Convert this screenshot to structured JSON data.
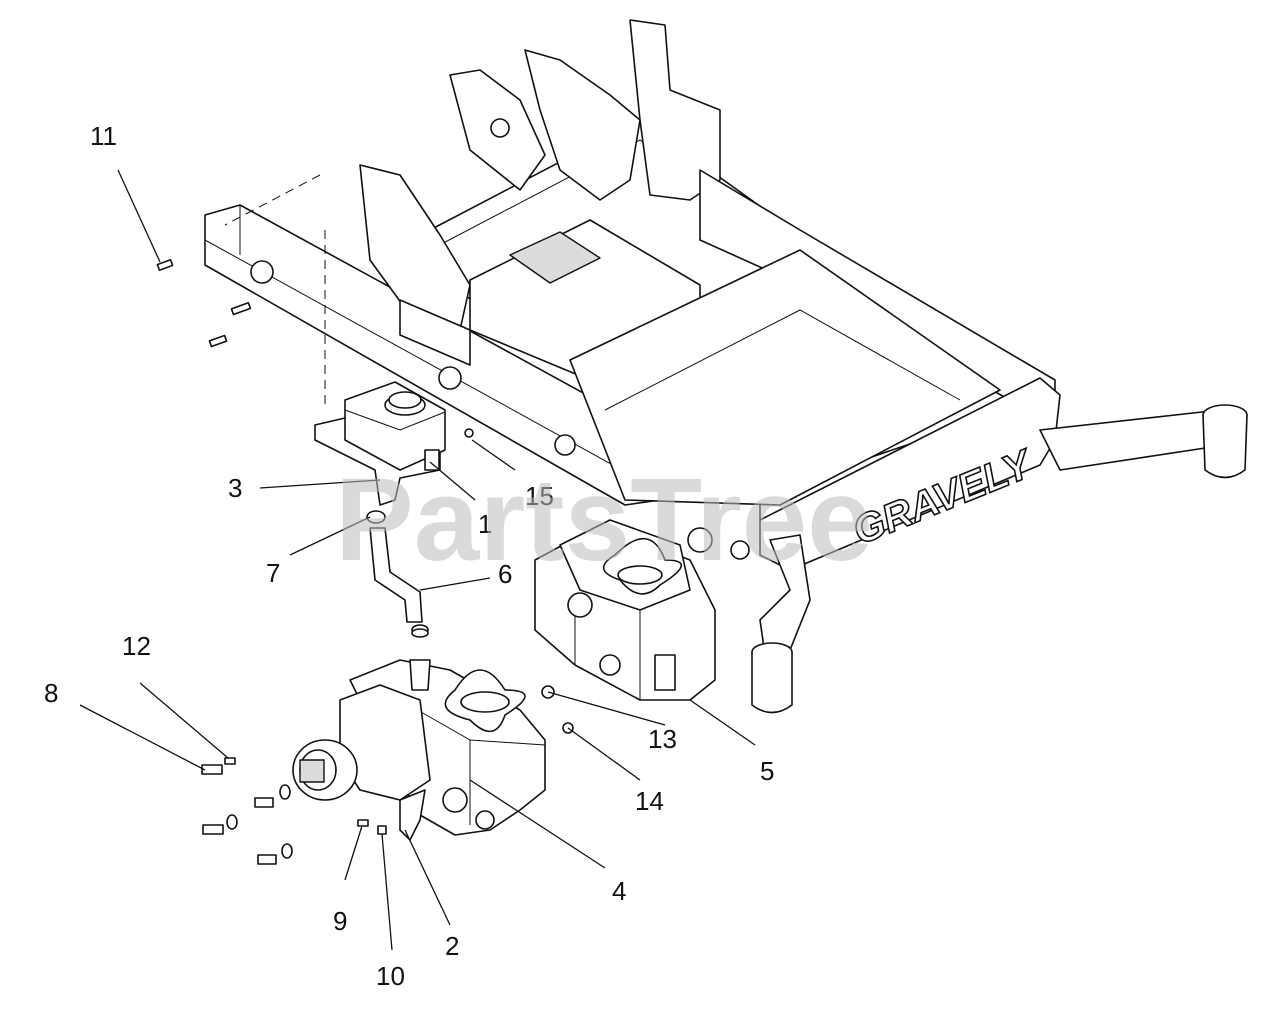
{
  "watermark": "PartsTree",
  "brand_text": "GRAVELY",
  "callouts": [
    {
      "id": "1",
      "text": "1"
    },
    {
      "id": "2",
      "text": "2"
    },
    {
      "id": "3",
      "text": "3"
    },
    {
      "id": "4",
      "text": "4"
    },
    {
      "id": "5",
      "text": "5"
    },
    {
      "id": "6",
      "text": "6"
    },
    {
      "id": "7",
      "text": "7"
    },
    {
      "id": "8",
      "text": "8"
    },
    {
      "id": "9",
      "text": "9"
    },
    {
      "id": "10",
      "text": "10"
    },
    {
      "id": "11",
      "text": "11"
    },
    {
      "id": "12",
      "text": "12"
    },
    {
      "id": "13",
      "text": "13"
    },
    {
      "id": "14",
      "text": "14"
    },
    {
      "id": "15",
      "text": "15"
    }
  ]
}
